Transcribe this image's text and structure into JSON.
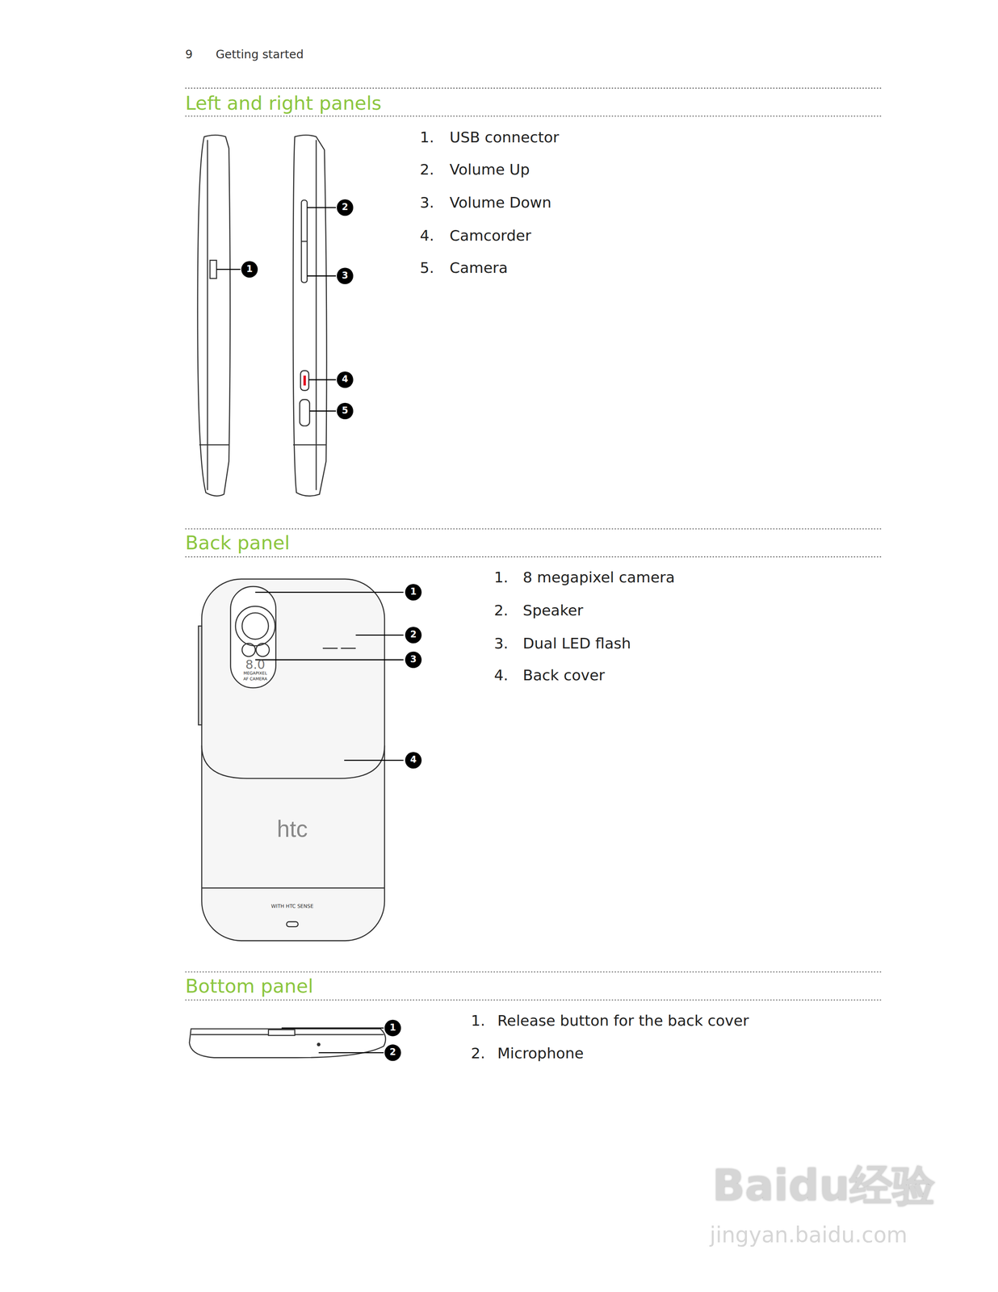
{
  "diagram": {
    "labels": [
      "9",
      "Getting started",
      "Left and right panels",
      "1",
      "2",
      "3",
      "4",
      "5",
      "1.",
      "USB connector",
      "2.",
      "Volume Up",
      "3.",
      "Volume Down",
      "4.",
      "Camcorder",
      "5.",
      "Camera",
      "Back panel",
      "8.0",
      "MEGAPIXEL",
      "AF CAMERA",
      "htc",
      "WITH HTC SENSE",
      "1",
      "2",
      "3",
      "4",
      "1.",
      "8 megapixel camera",
      "2.",
      "Speaker",
      "3.",
      "Dual LED flash",
      "4.",
      "Back cover",
      "Bottom panel",
      "1",
      "2",
      "1.",
      "Release button for the back cover",
      "2.",
      "Microphone",
      "Baidu经验",
      "jingyan.baidu.com"
    ]
  }
}
